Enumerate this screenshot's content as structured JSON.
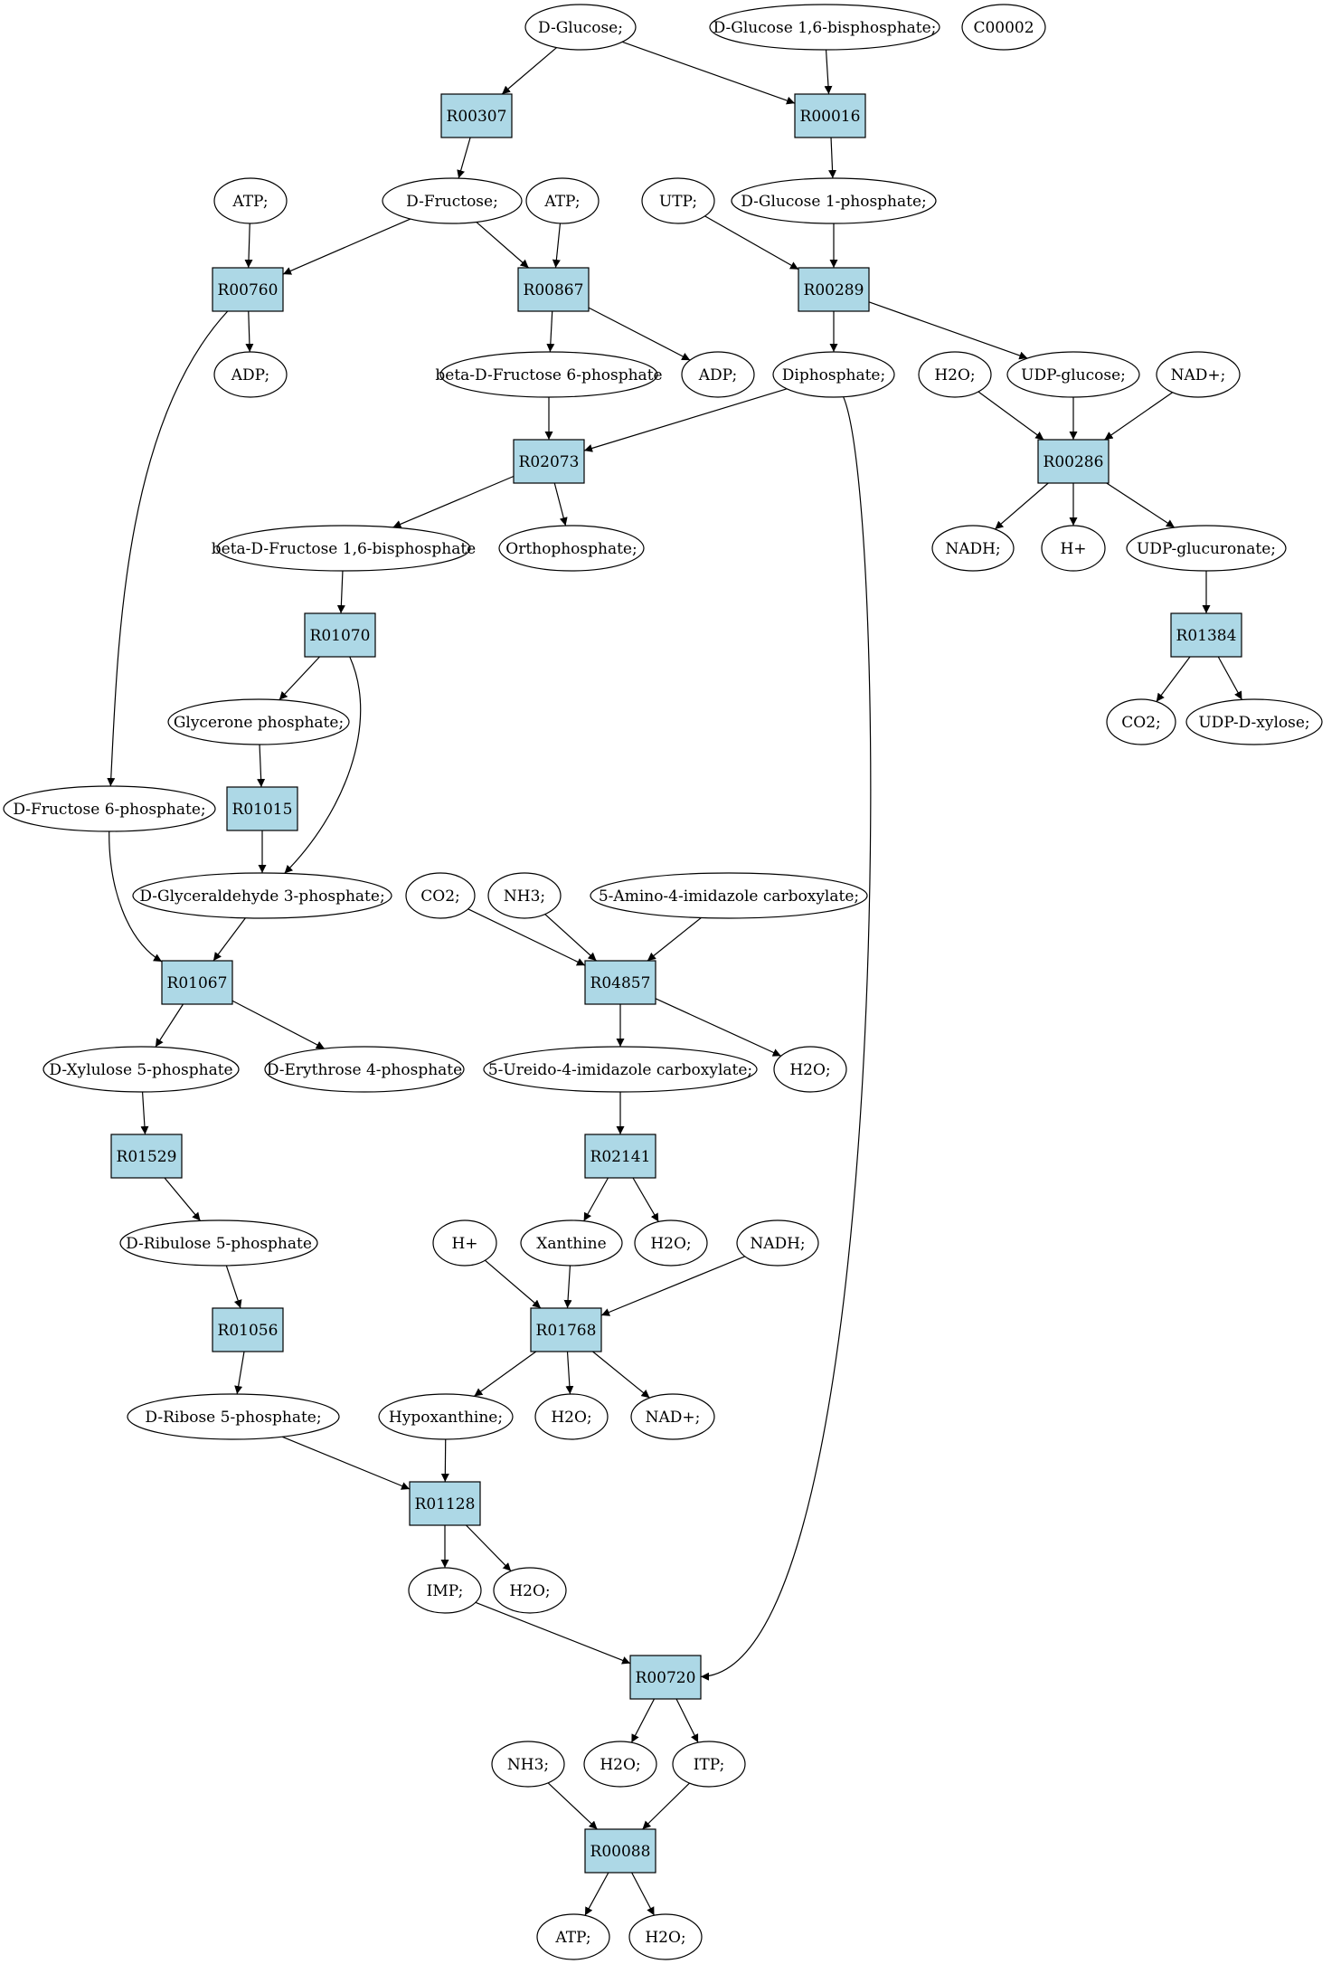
{
  "colors": {
    "compound_fill": "#ffffff",
    "reaction_fill": "#add8e6",
    "highlight_green": "#00ee00",
    "highlight_yellow": "#ffff00",
    "stroke": "#000000"
  },
  "nodes": {
    "glucose": {
      "label": "D-Glucose;",
      "kind": "compound",
      "fill": "#00ee00"
    },
    "glc16bp": {
      "label": "D-Glucose 1,6-bisphosphate;",
      "kind": "compound"
    },
    "c00002": {
      "label": "C00002",
      "kind": "compound",
      "fill": "#ffff00"
    },
    "r00307": {
      "label": "R00307",
      "kind": "reaction"
    },
    "r00016": {
      "label": "R00016",
      "kind": "reaction"
    },
    "atp1": {
      "label": "ATP;",
      "kind": "compound"
    },
    "fructose": {
      "label": "D-Fructose;",
      "kind": "compound"
    },
    "atp2": {
      "label": "ATP;",
      "kind": "compound"
    },
    "utp": {
      "label": "UTP;",
      "kind": "compound"
    },
    "glc1p": {
      "label": "D-Glucose 1-phosphate;",
      "kind": "compound"
    },
    "r00760": {
      "label": "R00760",
      "kind": "reaction"
    },
    "r00867": {
      "label": "R00867",
      "kind": "reaction"
    },
    "r00289": {
      "label": "R00289",
      "kind": "reaction"
    },
    "adp1": {
      "label": "ADP;",
      "kind": "compound"
    },
    "bf6p": {
      "label": "beta-D-Fructose 6-phosphate",
      "kind": "compound"
    },
    "adp2": {
      "label": "ADP;",
      "kind": "compound"
    },
    "diphosphate": {
      "label": "Diphosphate;",
      "kind": "compound"
    },
    "h2o_a": {
      "label": "H2O;",
      "kind": "compound"
    },
    "udpglucose": {
      "label": "UDP-glucose;",
      "kind": "compound"
    },
    "nadp": {
      "label": "NAD+;",
      "kind": "compound"
    },
    "r02073": {
      "label": "R02073",
      "kind": "reaction"
    },
    "r00286": {
      "label": "R00286",
      "kind": "reaction"
    },
    "bf16bp": {
      "label": "beta-D-Fructose 1,6-bisphosphate",
      "kind": "compound"
    },
    "orthophosphate": {
      "label": "Orthophosphate;",
      "kind": "compound"
    },
    "nadh1": {
      "label": "NADH;",
      "kind": "compound"
    },
    "hplus1": {
      "label": "H+",
      "kind": "compound"
    },
    "udpglucuronate": {
      "label": "UDP-glucuronate;",
      "kind": "compound"
    },
    "r01070": {
      "label": "R01070",
      "kind": "reaction"
    },
    "r01384": {
      "label": "R01384",
      "kind": "reaction"
    },
    "glyceronep": {
      "label": "Glycerone phosphate;",
      "kind": "compound"
    },
    "co2_a": {
      "label": "CO2;",
      "kind": "compound"
    },
    "udpxylose": {
      "label": "UDP-D-xylose;",
      "kind": "compound"
    },
    "f6p": {
      "label": "D-Fructose 6-phosphate;",
      "kind": "compound"
    },
    "r01015": {
      "label": "R01015",
      "kind": "reaction"
    },
    "g3p": {
      "label": "D-Glyceraldehyde 3-phosphate;",
      "kind": "compound"
    },
    "co2_b": {
      "label": "CO2;",
      "kind": "compound"
    },
    "nh3_a": {
      "label": "NH3;",
      "kind": "compound"
    },
    "aica": {
      "label": "5-Amino-4-imidazole carboxylate;",
      "kind": "compound"
    },
    "r01067": {
      "label": "R01067",
      "kind": "reaction"
    },
    "r04857": {
      "label": "R04857",
      "kind": "reaction"
    },
    "xu5p": {
      "label": "D-Xylulose 5-phosphate",
      "kind": "compound"
    },
    "e4p": {
      "label": "D-Erythrose 4-phosphate",
      "kind": "compound"
    },
    "uica": {
      "label": "5-Ureido-4-imidazole carboxylate;",
      "kind": "compound"
    },
    "h2o_b": {
      "label": "H2O;",
      "kind": "compound"
    },
    "r01529": {
      "label": "R01529",
      "kind": "reaction"
    },
    "r02141": {
      "label": "R02141",
      "kind": "reaction"
    },
    "ru5p": {
      "label": "D-Ribulose 5-phosphate",
      "kind": "compound"
    },
    "hplus2": {
      "label": "H+",
      "kind": "compound"
    },
    "xanthine": {
      "label": "Xanthine",
      "kind": "compound"
    },
    "h2o_c": {
      "label": "H2O;",
      "kind": "compound"
    },
    "nadh2": {
      "label": "NADH;",
      "kind": "compound"
    },
    "r01056": {
      "label": "R01056",
      "kind": "reaction"
    },
    "r01768": {
      "label": "R01768",
      "kind": "reaction"
    },
    "r5p": {
      "label": "D-Ribose 5-phosphate;",
      "kind": "compound"
    },
    "hypoxanthine": {
      "label": "Hypoxanthine;",
      "kind": "compound"
    },
    "h2o_d": {
      "label": "H2O;",
      "kind": "compound"
    },
    "nadp2": {
      "label": "NAD+;",
      "kind": "compound"
    },
    "r01128": {
      "label": "R01128",
      "kind": "reaction"
    },
    "imp": {
      "label": "IMP;",
      "kind": "compound"
    },
    "h2o_e": {
      "label": "H2O;",
      "kind": "compound"
    },
    "r00720": {
      "label": "R00720",
      "kind": "reaction"
    },
    "nh3_b": {
      "label": "NH3;",
      "kind": "compound"
    },
    "h2o_f": {
      "label": "H2O;",
      "kind": "compound"
    },
    "itp": {
      "label": "ITP;",
      "kind": "compound"
    },
    "r00088": {
      "label": "R00088",
      "kind": "reaction"
    },
    "atp3": {
      "label": "ATP;",
      "kind": "compound"
    },
    "h2o_g": {
      "label": "H2O;",
      "kind": "compound"
    }
  },
  "edges": [
    [
      "glucose",
      "r00307"
    ],
    [
      "glucose",
      "r00016"
    ],
    [
      "glc16bp",
      "r00016"
    ],
    [
      "r00307",
      "fructose"
    ],
    [
      "r00016",
      "glc1p"
    ],
    [
      "atp1",
      "r00760"
    ],
    [
      "fructose",
      "r00760"
    ],
    [
      "fructose",
      "r00867"
    ],
    [
      "atp2",
      "r00867"
    ],
    [
      "utp",
      "r00289"
    ],
    [
      "glc1p",
      "r00289"
    ],
    [
      "r00760",
      "adp1"
    ],
    [
      "r00760",
      "f6p"
    ],
    [
      "r00867",
      "bf6p"
    ],
    [
      "r00867",
      "adp2"
    ],
    [
      "r00289",
      "diphosphate"
    ],
    [
      "r00289",
      "udpglucose"
    ],
    [
      "bf6p",
      "r02073"
    ],
    [
      "diphosphate",
      "r02073"
    ],
    [
      "diphosphate",
      "r00720"
    ],
    [
      "h2o_a",
      "r00286"
    ],
    [
      "udpglucose",
      "r00286"
    ],
    [
      "nadp",
      "r00286"
    ],
    [
      "r02073",
      "bf16bp"
    ],
    [
      "r02073",
      "orthophosphate"
    ],
    [
      "r00286",
      "nadh1"
    ],
    [
      "r00286",
      "hplus1"
    ],
    [
      "r00286",
      "udpglucuronate"
    ],
    [
      "bf16bp",
      "r01070"
    ],
    [
      "udpglucuronate",
      "r01384"
    ],
    [
      "r01070",
      "glyceronep"
    ],
    [
      "r01070",
      "g3p"
    ],
    [
      "r01384",
      "co2_a"
    ],
    [
      "r01384",
      "udpxylose"
    ],
    [
      "glyceronep",
      "r01015"
    ],
    [
      "r01015",
      "g3p"
    ],
    [
      "f6p",
      "r01067"
    ],
    [
      "g3p",
      "r01067"
    ],
    [
      "co2_b",
      "r04857"
    ],
    [
      "nh3_a",
      "r04857"
    ],
    [
      "aica",
      "r04857"
    ],
    [
      "r01067",
      "xu5p"
    ],
    [
      "r01067",
      "e4p"
    ],
    [
      "r04857",
      "uica"
    ],
    [
      "r04857",
      "h2o_b"
    ],
    [
      "xu5p",
      "r01529"
    ],
    [
      "uica",
      "r02141"
    ],
    [
      "r01529",
      "ru5p"
    ],
    [
      "r02141",
      "xanthine"
    ],
    [
      "r02141",
      "h2o_c"
    ],
    [
      "ru5p",
      "r01056"
    ],
    [
      "hplus2",
      "r01768"
    ],
    [
      "xanthine",
      "r01768"
    ],
    [
      "nadh2",
      "r01768"
    ],
    [
      "r01056",
      "r5p"
    ],
    [
      "r01768",
      "hypoxanthine"
    ],
    [
      "r01768",
      "h2o_d"
    ],
    [
      "r01768",
      "nadp2"
    ],
    [
      "r5p",
      "r01128"
    ],
    [
      "hypoxanthine",
      "r01128"
    ],
    [
      "r01128",
      "imp"
    ],
    [
      "r01128",
      "h2o_e"
    ],
    [
      "imp",
      "r00720"
    ],
    [
      "r00720",
      "h2o_f"
    ],
    [
      "r00720",
      "itp"
    ],
    [
      "nh3_b",
      "r00088"
    ],
    [
      "itp",
      "r00088"
    ],
    [
      "r00088",
      "atp3"
    ],
    [
      "r00088",
      "h2o_g"
    ]
  ]
}
